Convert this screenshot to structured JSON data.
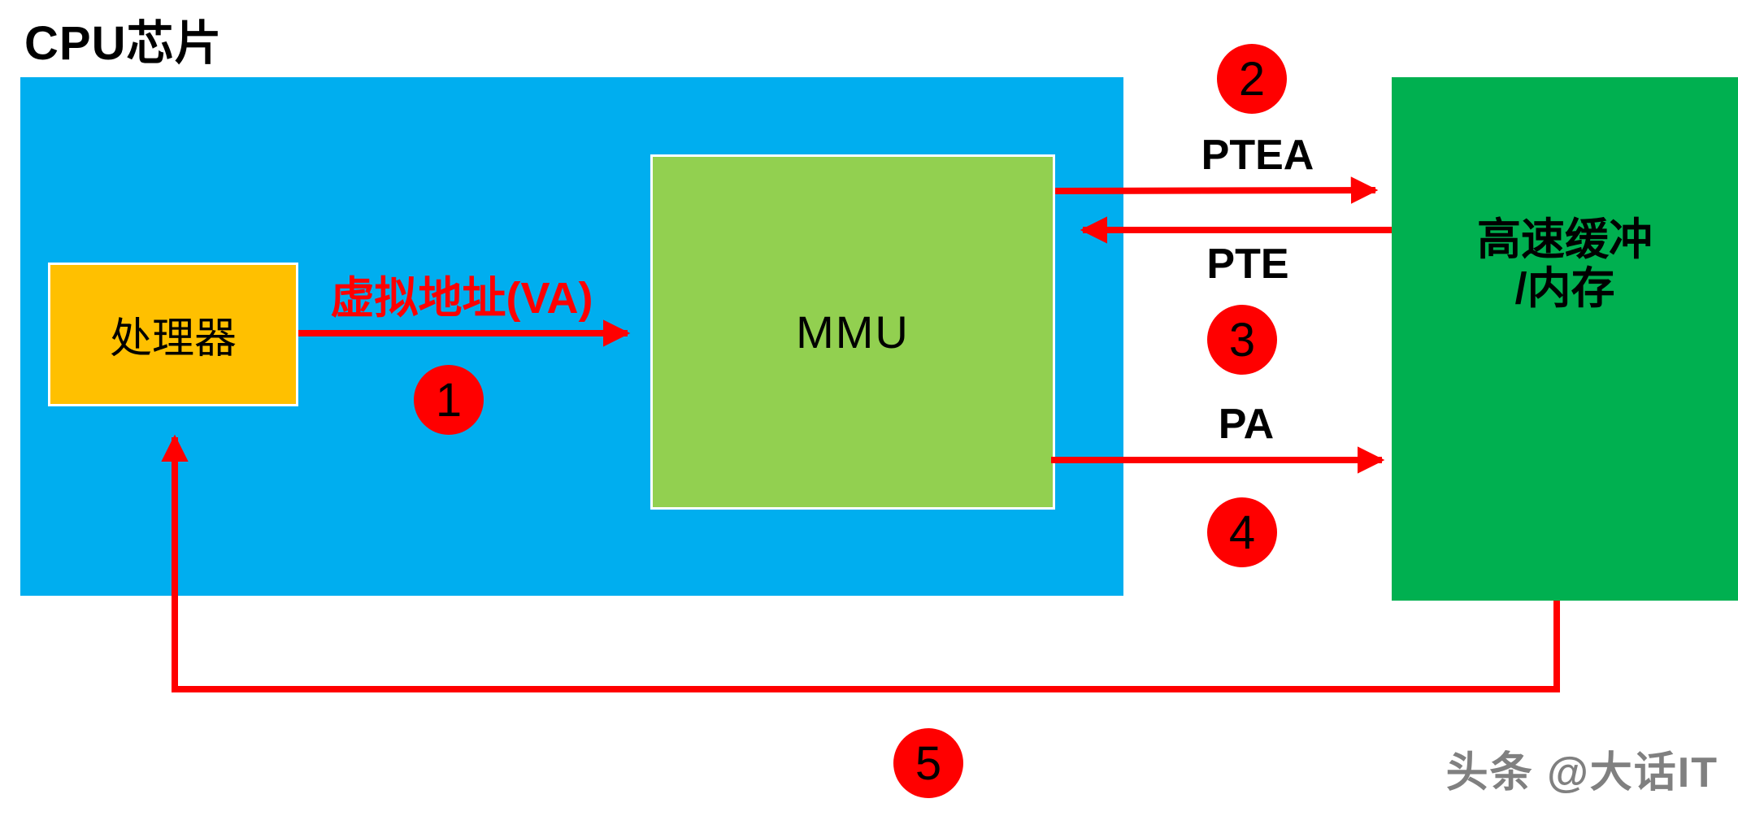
{
  "title": "CPU芯片",
  "boxes": {
    "processor": "处理器",
    "mmu": "MMU",
    "memory_line1": "高速缓冲",
    "memory_line2": "/内存"
  },
  "labels": {
    "va": "虚拟地址(VA)",
    "ptea": "PTEA",
    "pte": "PTE",
    "pa": "PA"
  },
  "steps": [
    "1",
    "2",
    "3",
    "4",
    "5"
  ],
  "watermark": "头条 @大话IT",
  "colors": {
    "cpu_chip_fill": "#00AEEF",
    "processor_fill": "#FFC000",
    "mmu_fill": "#92D050",
    "memory_fill": "#00B050",
    "arrow": "#FF0000",
    "text": "#000000"
  }
}
